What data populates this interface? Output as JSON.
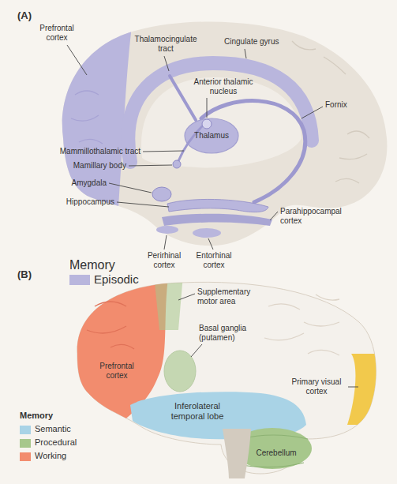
{
  "diagram": {
    "labels": [
      "(A)",
      "Prefrontal cortex",
      "Thalamocingulate tract",
      "Cingulate gyrus",
      "Anterior thalamic nucleus",
      "Fornix",
      "Thalamus",
      "Mammillothalamic tract",
      "Mamillary body",
      "Amygdala",
      "Hippocampus",
      "Parahippocampal cortex",
      "Perirhinal cortex",
      "Entorhinal cortex",
      "Memory",
      "(B)",
      "Supplementary motor area",
      "Basal ganglia (putamen)",
      "Prefrontal cortex",
      "Inferolateral temporal lobe",
      "Cerebellum",
      "Primary visual cortex",
      "Memory"
    ],
    "legend": [
      {
        "text": "Episodic",
        "color": "#b9b6dd"
      },
      {
        "text": "Semantic",
        "color": "#a9d3e6"
      },
      {
        "text": "Procedural",
        "color": "#a7c78c"
      },
      {
        "text": "Working",
        "color": "#f28c6e"
      }
    ]
  }
}
